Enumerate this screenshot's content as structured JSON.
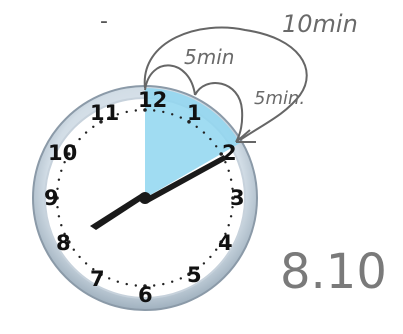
{
  "clock": {
    "numbers": [
      "12",
      "1",
      "2",
      "3",
      "4",
      "5",
      "6",
      "7",
      "8",
      "9",
      "10",
      "11"
    ],
    "hour_hand_points_to": 8,
    "minute_hand_points_to": 2,
    "shaded_region_color": "#8fd6f0",
    "face_color": "#ffffff",
    "rim_color": "#b9c9d6"
  },
  "annotations": {
    "total_label": "10min",
    "first_interval_label": "5min",
    "second_interval_label": "5min."
  },
  "time_label": "8.10",
  "stray_mark": "-"
}
